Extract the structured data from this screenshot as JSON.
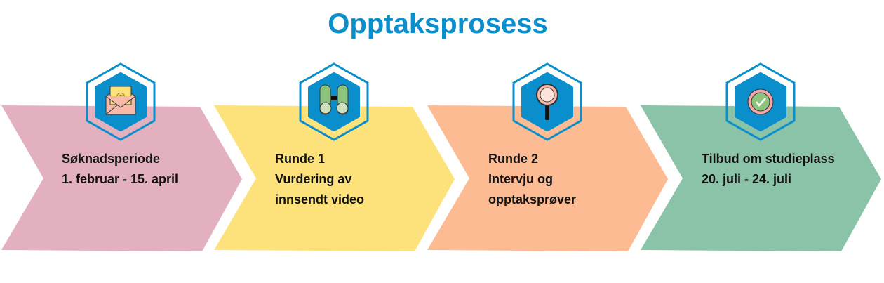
{
  "title": "Opptaksprosess",
  "colors": {
    "title": "#0a8fcc",
    "hex": "#0a8fcc"
  },
  "steps": [
    {
      "lines": [
        "Søknadsperiode",
        "1. februar - 15. april"
      ],
      "color": "#e2b0bf",
      "icon": "envelope-icon"
    },
    {
      "lines": [
        "Runde 1",
        "Vurdering av",
        "innsendt video"
      ],
      "color": "#fde27c",
      "icon": "binoculars-icon"
    },
    {
      "lines": [
        "Runde 2",
        "Intervju og",
        "opptaksprøver"
      ],
      "color": "#fdbb93",
      "icon": "magnifier-icon"
    },
    {
      "lines": [
        "Tilbud om studieplass",
        "20. juli - 24. juli"
      ],
      "color": "#8ac3a8",
      "icon": "checkmark-icon"
    }
  ]
}
